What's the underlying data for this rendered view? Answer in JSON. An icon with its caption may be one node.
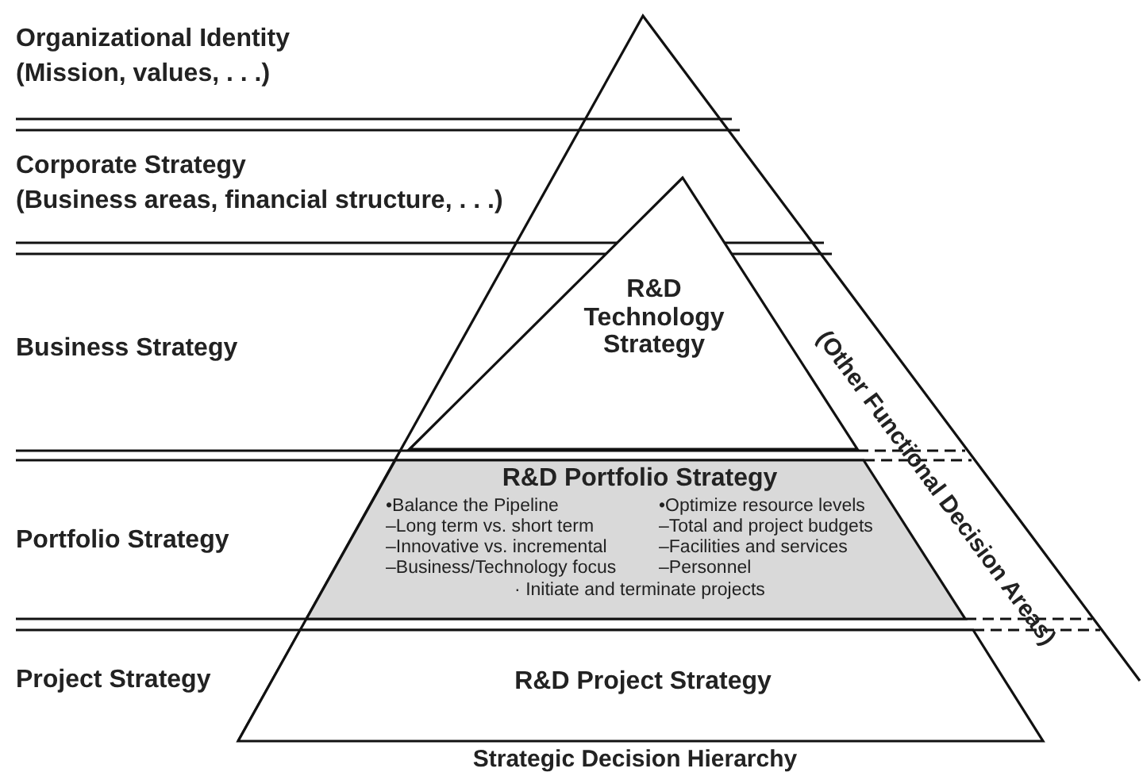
{
  "diagram": {
    "caption": "Strategic Decision Hierarchy",
    "nodes": [
      {
        "text": [
          "R&D Technology Strategy"
        ]
      },
      {
        "text": [
          "R&D Portfolio Strategy",
          "•Balance the Pipeline",
          "–Long term vs. short term",
          "–Innovative vs. incremental",
          "–Business/Technology focus",
          "•Optimize resource levels",
          "–Total and project budgets",
          "–Facilities and services",
          "–Personnel",
          "· Initiate and terminate projects"
        ]
      },
      {
        "text": [
          "R&D Project Strategy"
        ]
      },
      {
        "text": [
          "(Other Functional Decision Areas)"
        ]
      }
    ],
    "labels": [
      "Organizational Identity",
      "(Mission, values, . . .)",
      "Corporate Strategy",
      "(Business areas, financial structure, . . .)",
      "Business Strategy",
      "Portfolio Strategy",
      "Project Strategy"
    ]
  }
}
